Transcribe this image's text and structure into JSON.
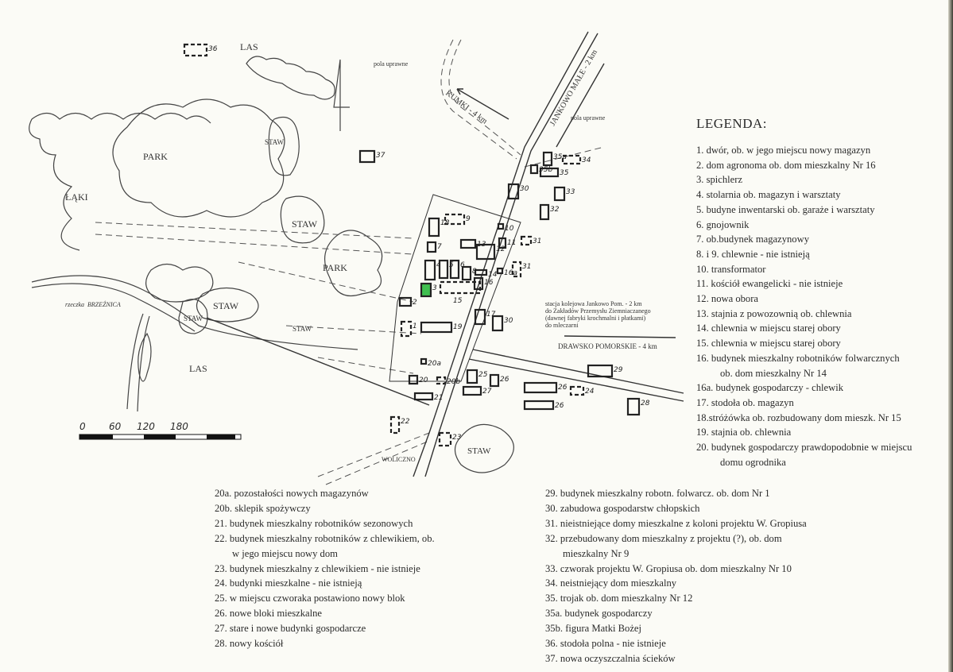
{
  "map": {
    "place_labels": {
      "las_north": "LAS",
      "pola_north": "pola uprawne",
      "park_west": "PARK",
      "laki": "ŁĄKI",
      "staw_1": "STAW",
      "staw_2": "STAW",
      "park_center": "PARK",
      "staw_3": "STAW",
      "staw_4": "STAW",
      "staw_5": "STAW",
      "river": "rzeczka",
      "river_name": "BRZEŹNICA",
      "las_south": "LAS",
      "kumki": "KUMKI - 4 km",
      "jankowo": "JANKOWO MAŁE - 2 km",
      "pola_east": "pola uprawne",
      "woliczno": "WOLICZNO",
      "staw_south": "STAW",
      "station_note": [
        "stacja kolejowa Jankowo Pom.  - 2 km",
        "do Zakładów Przemysłu Ziemniaczanego",
        "(dawnej fabryki krochmalni i płatkami)",
        "do mleczarni"
      ],
      "drawsko": "DRAWSKO POMORSKIE - 4 km"
    },
    "scale_bar": {
      "ticks": [
        "0",
        "60",
        "120",
        "180"
      ]
    },
    "highlight_color": "#3fbf4f",
    "buildings": [
      "36",
      "37",
      "30",
      "35a",
      "35",
      "35b",
      "34",
      "33",
      "32",
      "31",
      "31",
      "9",
      "10",
      "18",
      "7",
      "4",
      "5",
      "6",
      "13",
      "12",
      "11",
      "14",
      "16",
      "16a",
      "15",
      "3",
      "8",
      "2",
      "1",
      "19",
      "17",
      "30",
      "20a",
      "20b",
      "20",
      "21",
      "22",
      "23",
      "25",
      "27",
      "26",
      "26",
      "26",
      "29",
      "24",
      "28"
    ]
  },
  "legend": {
    "title": "LEGENDA:",
    "right": [
      {
        "text": "1. dwór, ob. w jego miejscu nowy magazyn"
      },
      {
        "text": "2. dom agronoma ob. dom mieszkalny Nr 16"
      },
      {
        "text": "3. spichlerz"
      },
      {
        "text": "4. stolarnia ob. magazyn i warsztaty"
      },
      {
        "text": "5. budyne inwentarski ob. garaże i warsztaty"
      },
      {
        "text": "6.  gnojownik"
      },
      {
        "text": "7. ob.budynek magazynowy"
      },
      {
        "text": "8. i 9. chlewnie - nie istnieją"
      },
      {
        "text": "10. transformator"
      },
      {
        "text": "11. kościół ewangelicki - nie istnieje"
      },
      {
        "text": "12. nowa obora"
      },
      {
        "text": "13. stajnia z powozownią ob. chlewnia"
      },
      {
        "text": "14. chlewnia w miejscu starej obory"
      },
      {
        "text": "15. chlewnia w miejscu starej obory"
      },
      {
        "text": "16. budynek mieszkalny robotników folwarcznych",
        "cont": "ob. dom mieszkalny Nr 14"
      },
      {
        "text": "16a. budynek gospodarczy - chlewik"
      },
      {
        "text": "17. stodoła ob. magazyn"
      },
      {
        "text": "18.stróżówka ob. rozbudowany dom mieszk. Nr 15"
      },
      {
        "text": "19. stajnia ob. chlewnia"
      },
      {
        "text": "20. budynek gospodarczy prawdopodobnie w miejscu",
        "cont": "domu ogrodnika"
      }
    ],
    "bottom_left": [
      {
        "text": "20a. pozostałości nowych magazynów"
      },
      {
        "text": "20b. sklepik spożywczy"
      },
      {
        "text": "21. budynek mieszkalny robotników sezonowych"
      },
      {
        "text": "22. budynek mieszkalny robotników z chlewikiem, ob.",
        "cont": "w jego miejscu nowy dom"
      },
      {
        "text": "23. budynek mieszkalny z chlewikiem - nie istnieje"
      },
      {
        "text": "24. budynki mieszkalne - nie istnieją"
      },
      {
        "text": "25. w miejscu czworaka postawiono nowy blok"
      },
      {
        "text": "26. nowe bloki mieszkalne"
      },
      {
        "text": "27. stare i nowe budynki gospodarcze"
      },
      {
        "text": "28. nowy kościół"
      }
    ],
    "bottom_right": [
      {
        "text": "29. budynek mieszkalny robotn. folwarcz. ob. dom Nr 1"
      },
      {
        "text": "30. zabudowa gospodarstw chłopskich"
      },
      {
        "text": "31. nieistniejące domy mieszkalne z koloni projektu W. Gropiusa"
      },
      {
        "text": "32. przebudowany dom mieszkalny z projektu (?), ob. dom",
        "cont": "mieszkalny Nr 9"
      },
      {
        "text": "33. czworak projektu W. Gropiusa ob. dom mieszkalny Nr 10"
      },
      {
        "text": "34. neistniejący dom mieszkalny"
      },
      {
        "text": "35. trojak ob. dom mieszkalny Nr 12"
      },
      {
        "text": "35a. budynek gospodarczy"
      },
      {
        "text": "35b. figura Matki Bożej"
      },
      {
        "text": "36. stodoła polna - nie istnieje"
      },
      {
        "text": "37. nowa oczyszczalnia ścieków"
      }
    ]
  }
}
